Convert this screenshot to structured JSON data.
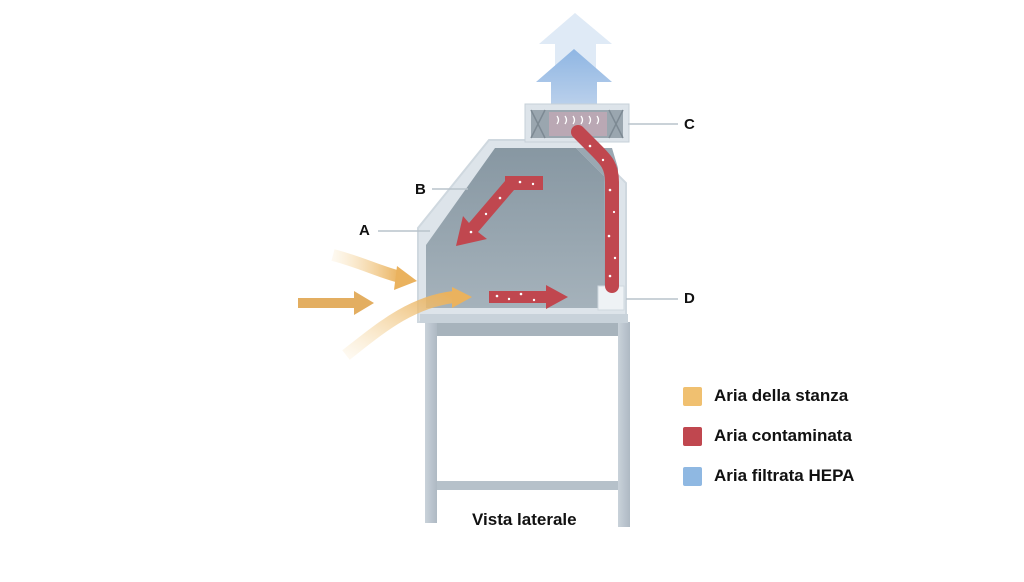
{
  "callouts": {
    "a": "A",
    "b": "B",
    "c": "C",
    "d": "D"
  },
  "legend": [
    {
      "label": "Aria della stanza",
      "color": "#f0c070"
    },
    {
      "label": "Aria contaminata",
      "color": "#c0474f"
    },
    {
      "label": "Aria filtrata HEPA",
      "color": "#8fb8e2"
    }
  ],
  "caption": "Vista laterale",
  "colors": {
    "cabinet_frame": "#dde4ea",
    "cabinet_interior": "#8a9aa5",
    "room_air": "#eab25e",
    "contaminated_air": "#c0474f",
    "hepa_air": "#8fb8e2"
  }
}
